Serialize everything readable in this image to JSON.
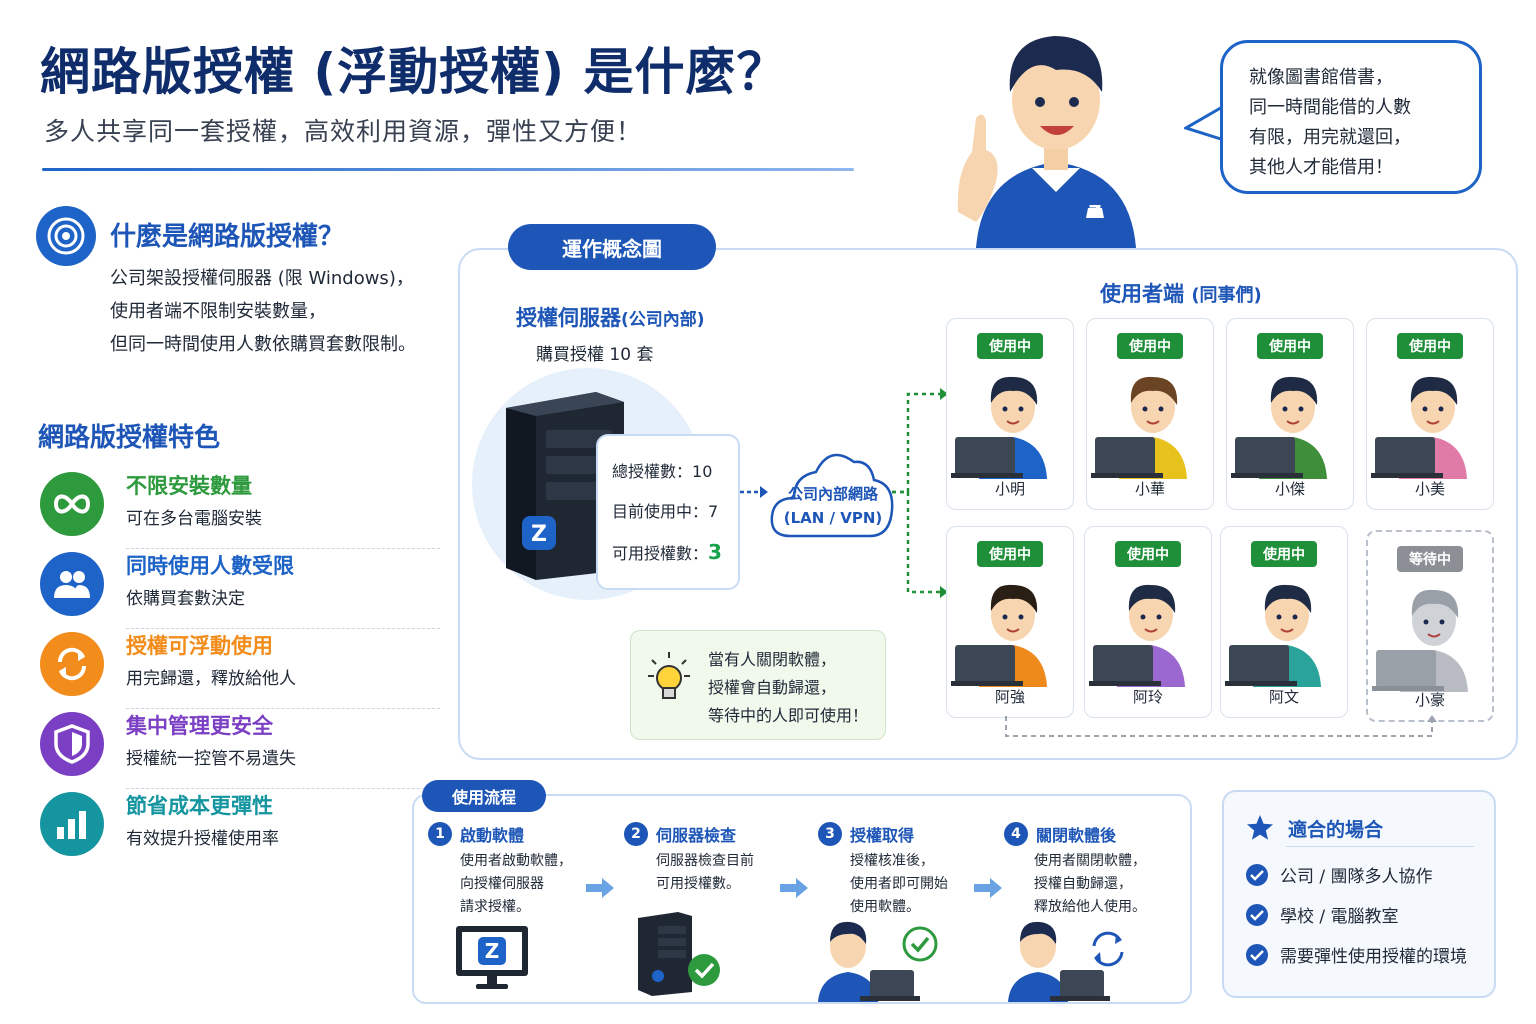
{
  "header": {
    "title": "網路版授權 (浮動授權) 是什麼？",
    "subtitle": "多人共享同一套授權，高效利用資源，彈性又方便！"
  },
  "bubble": {
    "lines": [
      "就像圖書館借書，",
      "同一時間能借的人數",
      "有限，用完就還回，",
      "其他人才能借用！"
    ]
  },
  "what": {
    "title": "什麼是網路版授權？",
    "lines": [
      "公司架設授權伺服器 (限 Windows)，",
      "使用者端不限制安裝數量，",
      "但同一時間使用人數依購買套數限制。"
    ]
  },
  "features": {
    "title": "網路版授權特色",
    "items": [
      {
        "name": "不限安裝數量",
        "desc": "可在多台電腦安裝",
        "icon": "infinity-icon",
        "color": "#2e9a3e"
      },
      {
        "name": "同時使用人數受限",
        "desc": "依購買套數決定",
        "icon": "users-icon",
        "color": "#1e63c7"
      },
      {
        "name": "授權可浮動使用",
        "desc": "用完歸還，釋放給他人",
        "icon": "refresh-icon",
        "color": "#f28c1a"
      },
      {
        "name": "集中管理更安全",
        "desc": "授權統一控管不易遺失",
        "icon": "shield-icon",
        "color": "#7b3fc4"
      },
      {
        "name": "節省成本更彈性",
        "desc": "有效提升授權使用率",
        "icon": "bar-chart-icon",
        "color": "#1495a0"
      }
    ]
  },
  "concept": {
    "tab": "運作概念圖",
    "server_title": "授權伺服器",
    "server_title_note": "(公司內部)",
    "server_sub": "購買授權 10 套",
    "stats": {
      "total_label": "總授權數：",
      "total": "10",
      "used_label": "目前使用中：",
      "used": "7",
      "available_label": "可用授權數：",
      "available": "3"
    },
    "network_line1": "公司內部網路",
    "network_line2": "(LAN / VPN)",
    "tip_lines": [
      "當有人關閉軟體，",
      "授權會自動歸還，",
      "等待中的人即可使用！"
    ],
    "users_title": "使用者端",
    "users_title_note": "(同事們)",
    "users": [
      {
        "name": "小明",
        "status": "使用中",
        "shirt": "#1e63c7",
        "hair": "#1f2a44"
      },
      {
        "name": "小華",
        "status": "使用中",
        "shirt": "#e8c21c",
        "hair": "#6b4423"
      },
      {
        "name": "小傑",
        "status": "使用中",
        "shirt": "#3f8f3a",
        "hair": "#1f2a44"
      },
      {
        "name": "小美",
        "status": "使用中",
        "shirt": "#e07aa6",
        "hair": "#1f2a44"
      },
      {
        "name": "阿強",
        "status": "使用中",
        "shirt": "#ee8a1c",
        "hair": "#2a1f14"
      },
      {
        "name": "阿玲",
        "status": "使用中",
        "shirt": "#9b68cf",
        "hair": "#1f2a44"
      },
      {
        "name": "阿文",
        "status": "使用中",
        "shirt": "#2aa39a",
        "hair": "#1f2a44"
      },
      {
        "name": "小豪",
        "status": "等待中",
        "shirt": "#b9bdc3",
        "hair": "#9aa0a7"
      }
    ]
  },
  "flow": {
    "tab": "使用流程",
    "steps": [
      {
        "num": "1",
        "title": "啟動軟體",
        "lines": [
          "使用者啟動軟體，",
          "向授權伺服器",
          "請求授權。"
        ]
      },
      {
        "num": "2",
        "title": "伺服器檢查",
        "lines": [
          "伺服器檢查目前",
          "可用授權數。"
        ]
      },
      {
        "num": "3",
        "title": "授權取得",
        "lines": [
          "授權核准後，",
          "使用者即可開始",
          "使用軟體。"
        ]
      },
      {
        "num": "4",
        "title": "關閉軟體後",
        "lines": [
          "使用者關閉軟體，",
          "授權自動歸還，",
          "釋放給他人使用。"
        ]
      }
    ]
  },
  "suitable": {
    "title": "適合的場合",
    "items": [
      "公司 / 團隊多人協作",
      "學校 / 電腦教室",
      "需要彈性使用授權的環境"
    ]
  },
  "colors": {
    "brand": "#1e56b7",
    "accent_green": "#1f8f3a",
    "waiting_gray": "#8c9096"
  }
}
